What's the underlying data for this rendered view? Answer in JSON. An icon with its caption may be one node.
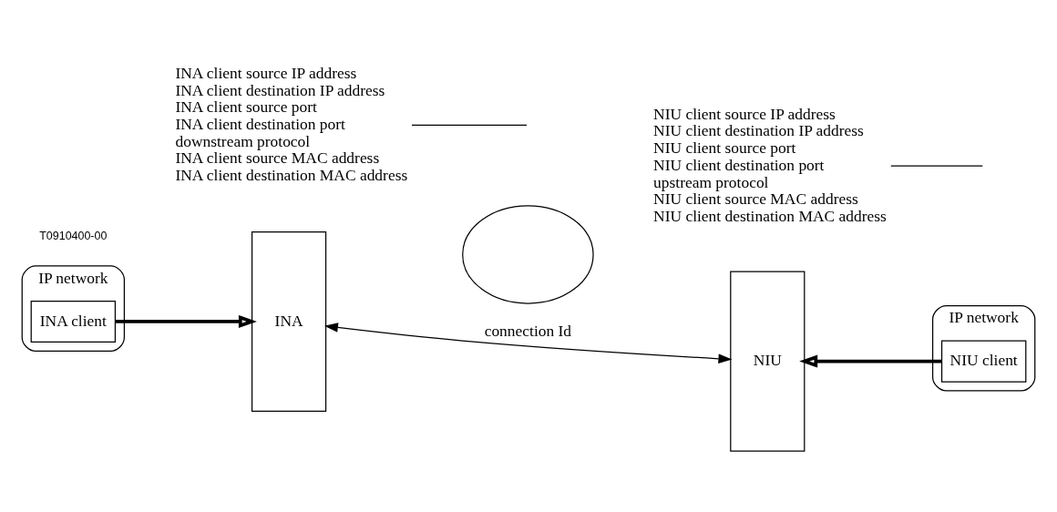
{
  "diagram": {
    "nodes": [
      {
        "text": [
          "IP network"
        ]
      },
      {
        "text": [
          "INA client"
        ],
        "in": 0
      },
      {
        "text": [
          "INA"
        ]
      },
      {
        "text": [],
        "shape": "cloud"
      },
      {
        "text": [
          "NIU"
        ]
      },
      {
        "text": [
          "IP network"
        ]
      },
      {
        "text": [
          "NIU client"
        ],
        "in": 5
      },
      {
        "text": [
          "INA client source IP address",
          "INA client destination IP address",
          "INA client source port",
          "INA client destination port",
          "downstream protocol",
          "INA client source MAC address",
          "INA client destination MAC address"
        ]
      },
      {
        "text": [
          "NIU client source IP address",
          "NIU client destination IP address",
          "NIU client source port",
          "NIU client destination port",
          "upstream protocol",
          "NIU client source MAC address",
          "NIU client destination MAC address"
        ]
      }
    ],
    "edges": [
      {
        "from": 1,
        "to": 2,
        "arrow": "to",
        "style": "thick"
      },
      {
        "from": 2,
        "to": 4,
        "arrow": "both",
        "label": "connection Id"
      },
      {
        "from": 6,
        "to": 4,
        "arrow": "to",
        "style": "thick"
      },
      {
        "from": 7,
        "to": null,
        "arrow": "none"
      },
      {
        "from": 8,
        "to": null,
        "arrow": "none"
      }
    ],
    "labels": [
      "T0910400-00"
    ]
  }
}
